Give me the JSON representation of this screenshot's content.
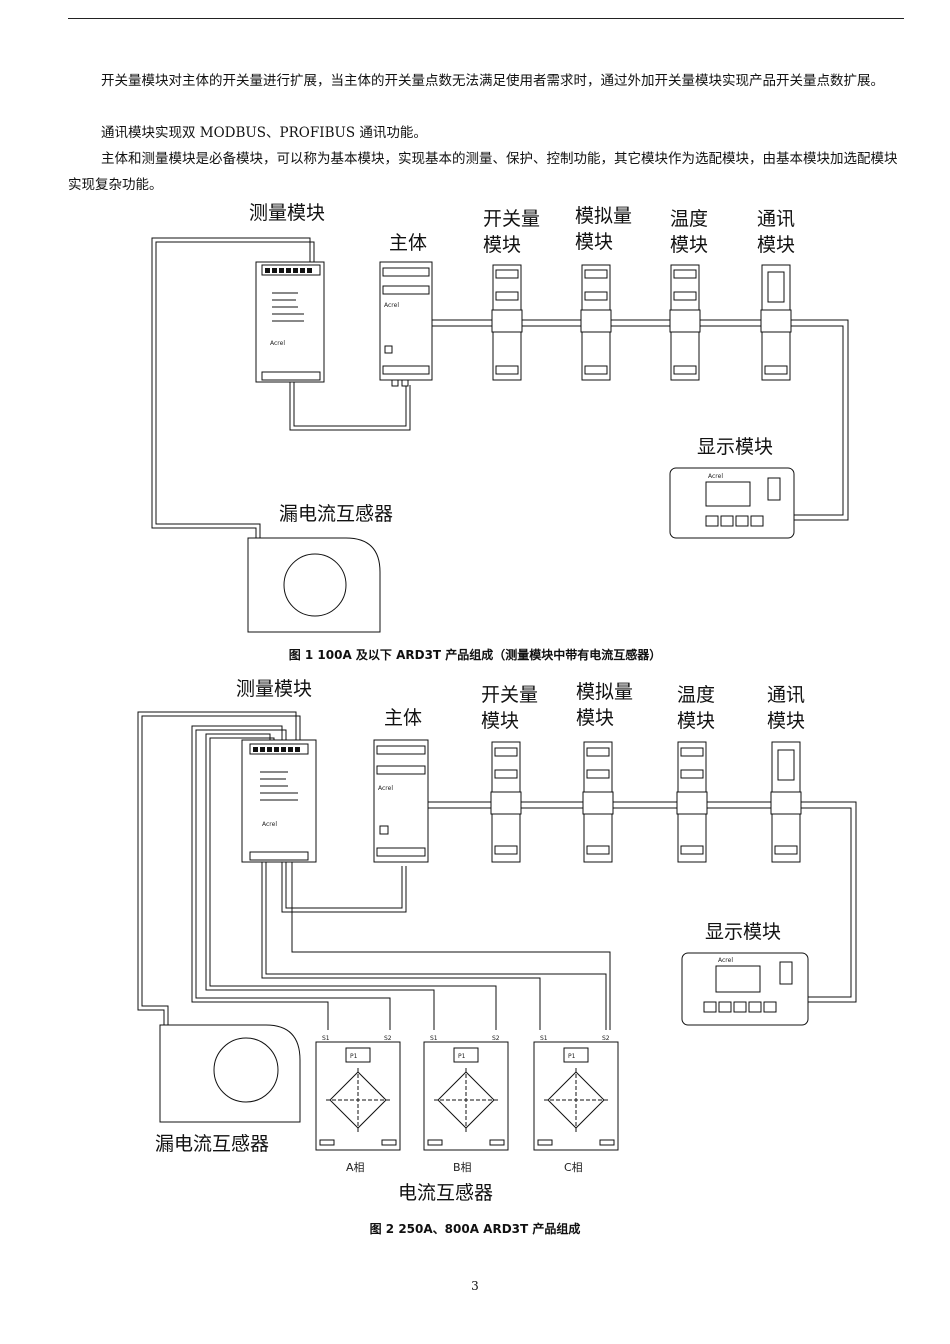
{
  "paragraphs": {
    "p1": "开关量模块对主体的开关量进行扩展，当主体的开关量点数无法满足使用者需求时，通过外加开关量模块实现产品开关量点数扩展。",
    "p2": "通讯模块实现双 MODBUS、PROFIBUS 通讯功能。",
    "p3": "主体和测量模块是必备模块，可以称为基本模块，实现基本的测量、保护、控制功能，其它模块作为选配模块，由基本模块加选配模块实现复杂功能。"
  },
  "figure1": {
    "labels": {
      "measure": "测量模块",
      "main": "主体",
      "switch_a": "开关量",
      "switch_b": "模块",
      "analog_a": "模拟量",
      "analog_b": "模块",
      "temp_a": "温度",
      "temp_b": "模块",
      "comm_a": "通讯",
      "comm_b": "模块",
      "display": "显示模块",
      "leak": "漏电流互感器"
    },
    "caption": "图 1  100A 及以下 ARD3T 产品组成（测量模块中带有电流互感器）"
  },
  "figure2": {
    "labels": {
      "measure": "测量模块",
      "main": "主体",
      "switch_a": "开关量",
      "switch_b": "模块",
      "analog_a": "模拟量",
      "analog_b": "模块",
      "temp_a": "温度",
      "temp_b": "模块",
      "comm_a": "通讯",
      "comm_b": "模块",
      "display": "显示模块",
      "leak": "漏电流互感器",
      "ct": "电流互感器",
      "phase_a": "A相",
      "phase_b": "B相",
      "phase_c": "C相",
      "s1": "S1",
      "s2": "S2",
      "p1": "P1"
    },
    "caption": "图 2  250A、800A ARD3T 产品组成"
  },
  "brand": "Acrel",
  "page_number": "3"
}
